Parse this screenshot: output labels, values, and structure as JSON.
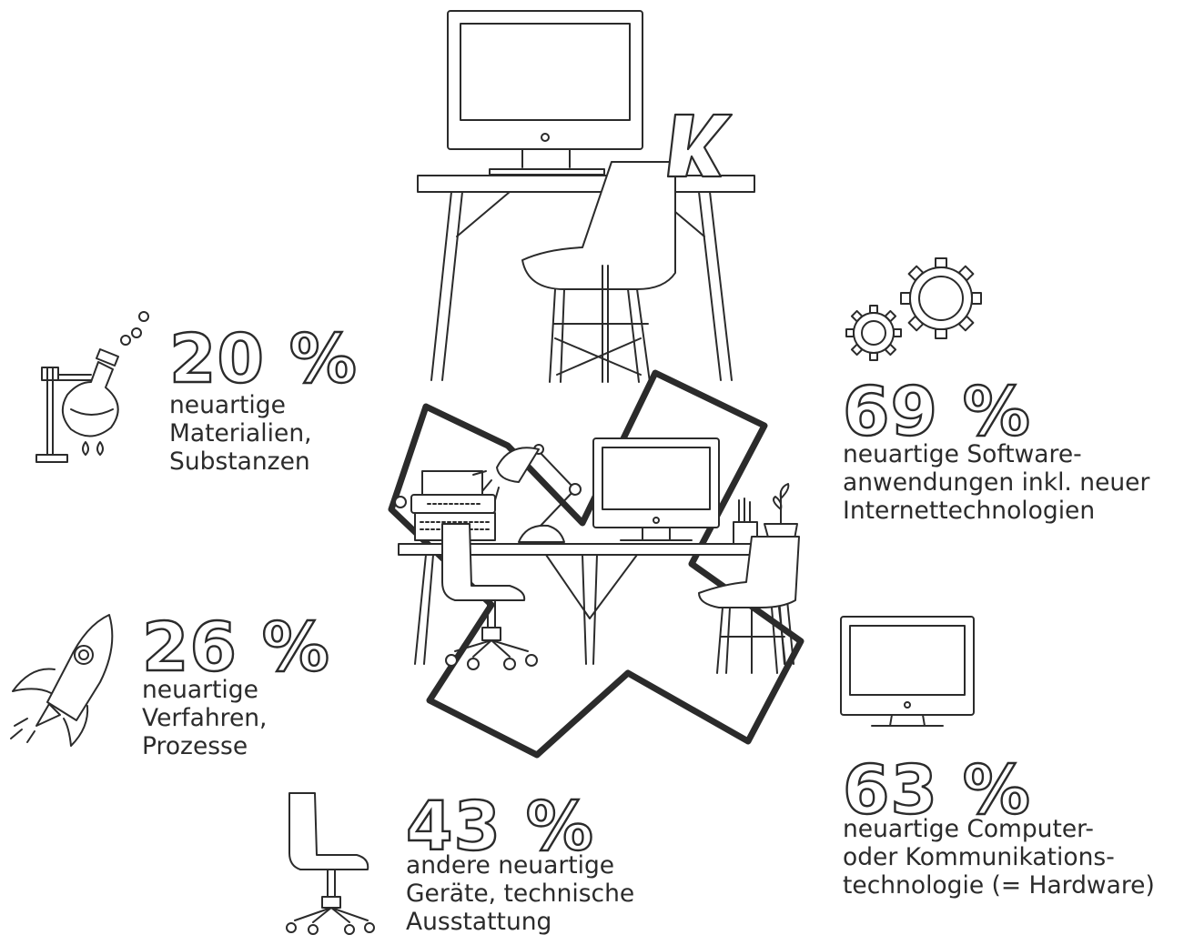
{
  "colors": {
    "line": "#2b2b2b",
    "background": "#ffffff"
  },
  "icons": [
    "desk-with-monitor-and-chair-icon",
    "k-letter-icon",
    "cross-shape-icon",
    "office-desk-icon",
    "gears-icon",
    "lab-flask-icon",
    "rocket-icon",
    "office-chair-icon",
    "computer-monitor-icon"
  ],
  "letter_k": "K",
  "stats": {
    "materials": {
      "percent": "20 %",
      "lines": [
        "neuartige",
        "Materialien,",
        "Substanzen"
      ]
    },
    "processes": {
      "percent": "26 %",
      "lines": [
        "neuartige",
        "Verfahren,",
        "Prozesse"
      ]
    },
    "devices": {
      "percent": "43 %",
      "lines": [
        "andere neuartige",
        "Geräte, technische",
        "Ausstattung"
      ]
    },
    "software": {
      "percent": "69 %",
      "lines": [
        "neuartige Software-",
        "anwendungen inkl. neuer",
        "Internettechnologien"
      ]
    },
    "hardware": {
      "percent": "63 %",
      "lines": [
        "neuartige Computer-",
        "oder Kommunikations-",
        "technologie (= Hardware)"
      ]
    }
  }
}
